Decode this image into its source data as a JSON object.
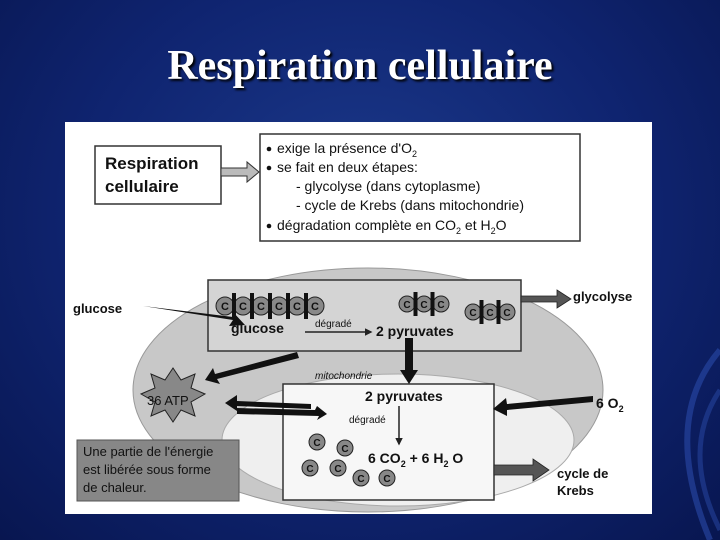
{
  "slide": {
    "title": "Respiration cellulaire"
  },
  "diagram": {
    "title_box": {
      "line1": "Respiration",
      "line2": "cellulaire"
    },
    "info_box": {
      "bullet1_prefix": "exige la présence d'O",
      "bullet1_sub": "2",
      "bullet2": "se fait en deux étapes:",
      "sub1": "- glycolyse (dans cytoplasme)",
      "sub2": "- cycle de Krebs (dans mitochondrie)",
      "bullet3_prefix": "dégradation complète en CO",
      "bullet3_sub1": "2",
      "bullet3_mid": " et H",
      "bullet3_sub2": "2",
      "bullet3_end": "O"
    },
    "carbon_label": "C",
    "left_labels": {
      "glucose": "glucose",
      "atp": "36 ATP"
    },
    "right_labels": {
      "glycolyse": "glycolyse",
      "o2_prefix": "6 O",
      "o2_sub": "2",
      "krebs_line1": "cycle de",
      "krebs_line2": "Krebs"
    },
    "glycolysis_box": {
      "glucose": "glucose",
      "degrade": "dégradé",
      "pyruvates": "2 pyruvates"
    },
    "mito_box": {
      "label": "mitochondrie",
      "pyruvates": "2 pyruvates",
      "degrade": "dégradé",
      "product_a": "6 CO",
      "product_a_sub": "2",
      "product_b": " + 6 H",
      "product_b_sub": "2",
      "product_c": " O"
    },
    "heat_box": {
      "line1": "Une partie de l'énergie",
      "line2": "est libérée sous forme",
      "line3": "de chaleur."
    }
  },
  "colors": {
    "background": "#0f2470",
    "title": "#ffffff",
    "cell": "#c8c8c8",
    "mito": "#efefef",
    "heat_box": "#878787"
  }
}
